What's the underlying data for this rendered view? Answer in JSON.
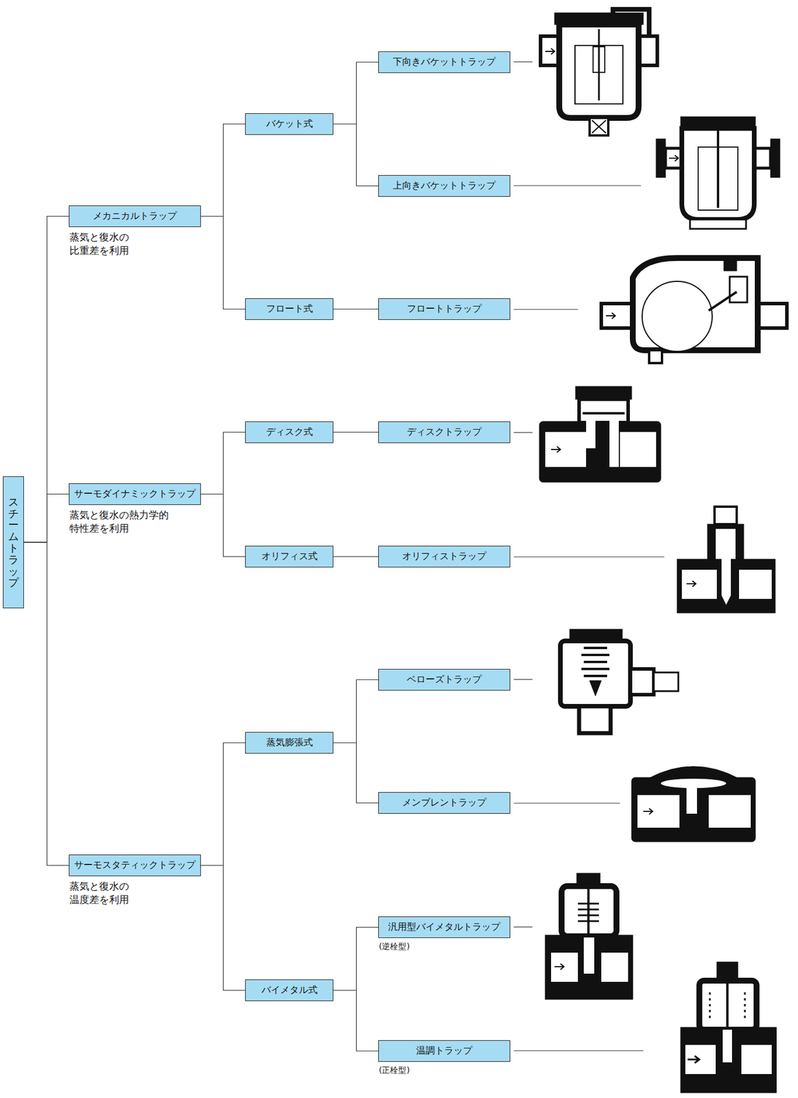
{
  "diagram": {
    "nodes": [
      {
        "text": [
          "スチームトラップ"
        ]
      },
      {
        "text": [
          "メカニカルトラップ",
          "蒸気と復水の 比重差を利用"
        ]
      },
      {
        "text": [
          "バケット式"
        ]
      },
      {
        "text": [
          "下向きバケットトラップ"
        ]
      },
      {
        "text": [
          "上向きバケットトラップ"
        ]
      },
      {
        "text": [
          "フロート式"
        ]
      },
      {
        "text": [
          "フロートトラップ"
        ]
      },
      {
        "text": [
          "サーモダイナミックトラップ",
          "蒸気と復水の熱力学的 特性差を利用"
        ]
      },
      {
        "text": [
          "ディスク式"
        ]
      },
      {
        "text": [
          "ディスクトラップ"
        ]
      },
      {
        "text": [
          "オリフィス式"
        ]
      },
      {
        "text": [
          "オリフィストラップ"
        ]
      },
      {
        "text": [
          "サーモスタティックトラップ",
          "蒸気と復水の 温度差を利用"
        ]
      },
      {
        "text": [
          "蒸気膨張式"
        ]
      },
      {
        "text": [
          "ベローズトラップ"
        ]
      },
      {
        "text": [
          "メンブレントラップ"
        ]
      },
      {
        "text": [
          "バイメタル式"
        ]
      },
      {
        "text": [
          "汎用型バイメタルトラップ",
          "(逆栓型)"
        ]
      },
      {
        "text": [
          "温調トラップ",
          "(正栓型)"
        ]
      }
    ],
    "edges": [
      {
        "from": 0,
        "to": 1,
        "arrow": "none"
      },
      {
        "from": 0,
        "to": 7,
        "arrow": "none"
      },
      {
        "from": 0,
        "to": 12,
        "arrow": "none"
      },
      {
        "from": 1,
        "to": 2,
        "arrow": "none"
      },
      {
        "from": 1,
        "to": 5,
        "arrow": "none"
      },
      {
        "from": 2,
        "to": 3,
        "arrow": "none"
      },
      {
        "from": 2,
        "to": 4,
        "arrow": "none"
      },
      {
        "from": 5,
        "to": 6,
        "arrow": "none"
      },
      {
        "from": 7,
        "to": 8,
        "arrow": "none"
      },
      {
        "from": 7,
        "to": 10,
        "arrow": "none"
      },
      {
        "from": 8,
        "to": 9,
        "arrow": "none"
      },
      {
        "from": 10,
        "to": 11,
        "arrow": "none"
      },
      {
        "from": 12,
        "to": 13,
        "arrow": "none"
      },
      {
        "from": 12,
        "to": 16,
        "arrow": "none"
      },
      {
        "from": 13,
        "to": 14,
        "arrow": "none"
      },
      {
        "from": 13,
        "to": 15,
        "arrow": "none"
      },
      {
        "from": 16,
        "to": 17,
        "arrow": "none"
      },
      {
        "from": 16,
        "to": 18,
        "arrow": "none"
      }
    ]
  }
}
